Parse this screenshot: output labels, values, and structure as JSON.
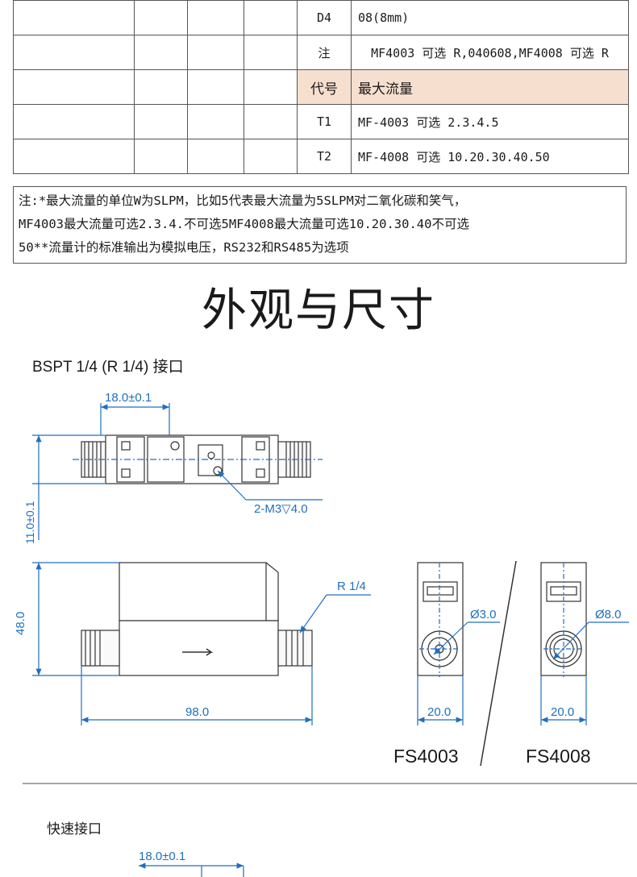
{
  "table": {
    "rows": [
      {
        "code": "D4",
        "value": "08(8mm)",
        "style": "normal"
      },
      {
        "code": "注",
        "value": "MF4003 可选 R,040608,MF4008 可选 R",
        "style": "center"
      },
      {
        "code": "代号",
        "value": "最大流量",
        "style": "header"
      },
      {
        "code": "T1",
        "value": "MF-4003 可选 2.3.4.5",
        "style": "normal"
      },
      {
        "code": "T2",
        "value": "MF-4008 可选 10.20.30.40.50",
        "style": "normal"
      }
    ]
  },
  "note": {
    "line1": "注:*最大流量的单位W为SLPM，比如5代表最大流量为5SLPM对二氧化碳和笑气，",
    "line2": "MF4003最大流量可选2.3.4.不可选5MF4008最大流量可选10.20.30.40不可选",
    "line3": "50**流量计的标准输出为模拟电压，RS232和RS485为选项"
  },
  "section_title": "外观与尺寸",
  "bspt_title": "BSPT 1/4 (R 1/4) 接口",
  "quick_title": "快速接口",
  "dims": {
    "top_width": "18.0±0.1",
    "height_top": "11.0±0.1",
    "thread_note": "2-M3▽4.0",
    "height_side": "48.0",
    "thread": "R 1/4",
    "length": "98.0",
    "dia_small": "Ø3.0",
    "dia_large": "Ø8.0",
    "width_a": "20.0",
    "width_b": "20.0",
    "quick_width": "18.0±0.1"
  },
  "models": {
    "a": "FS4003",
    "b": "FS4008"
  },
  "colors": {
    "dim": "#1f6fc0",
    "line": "#333333",
    "header_bg": "#f7dfcf"
  }
}
